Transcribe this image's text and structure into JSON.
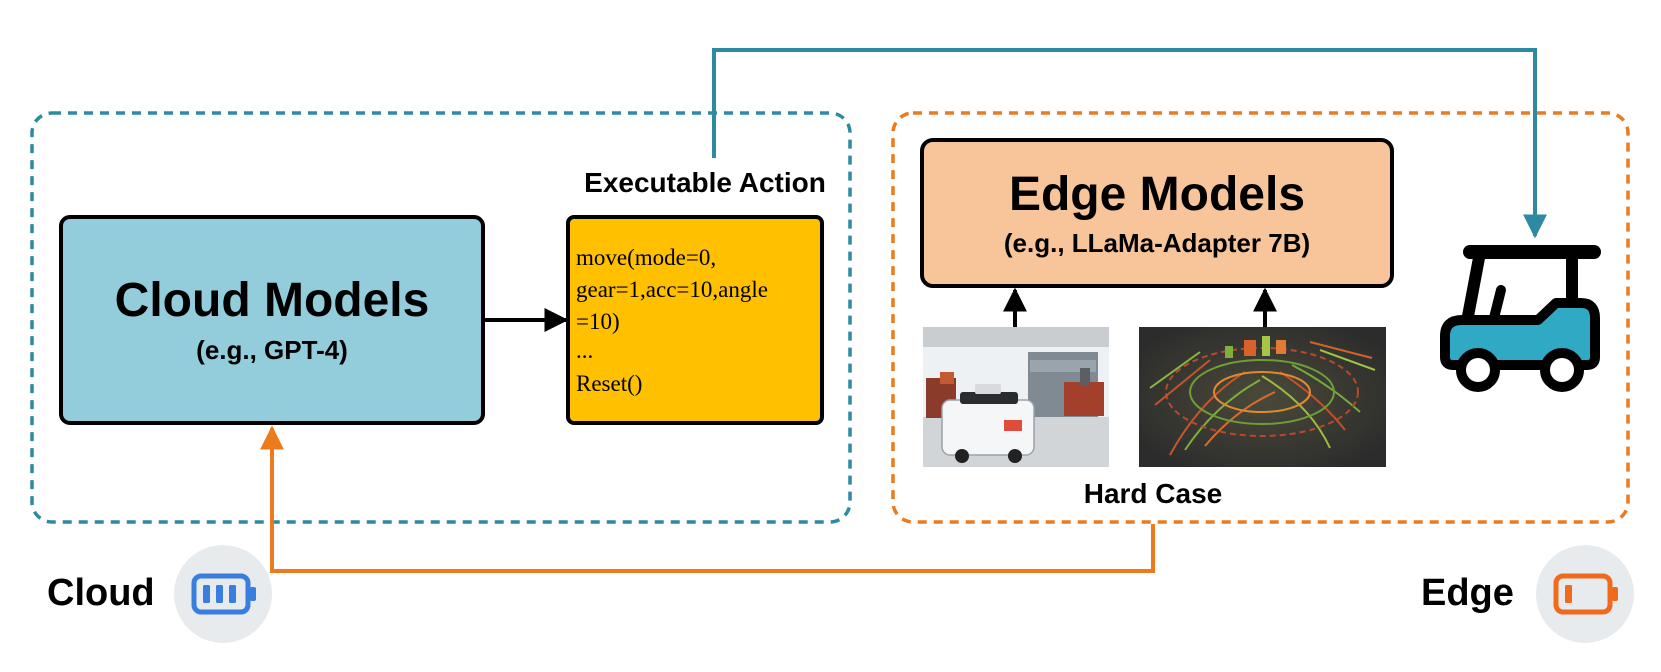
{
  "cloud_group": {
    "label": "Cloud"
  },
  "edge_group": {
    "label": "Edge"
  },
  "cloud_model": {
    "title": "Cloud Models",
    "subtitle": "(e.g., GPT-4)"
  },
  "executable_action": {
    "label": "Executable Action",
    "code": [
      "move(mode=0,",
      "gear=1,acc=10,angle",
      "=10)",
      "...",
      "Reset()"
    ]
  },
  "edge_model": {
    "title": "Edge Models",
    "subtitle": "(e.g., LLaMa-Adapter 7B)"
  },
  "hard_case": {
    "label": "Hard Case"
  },
  "colors": {
    "teal": "#2e8aa0",
    "orange": "#ee7a1e",
    "cloud_box": "#93cddb",
    "code_box": "#ffc000",
    "edge_box": "#f8c49a",
    "battery_full": "#3a7de0",
    "battery_low": "#f06a1c",
    "badge_bg": "#e8ebee",
    "vehicle": "#2fa9c4"
  },
  "icons": {
    "cloud_battery": "battery-full-icon",
    "edge_battery": "battery-low-icon",
    "vehicle": "golf-cart-icon"
  }
}
